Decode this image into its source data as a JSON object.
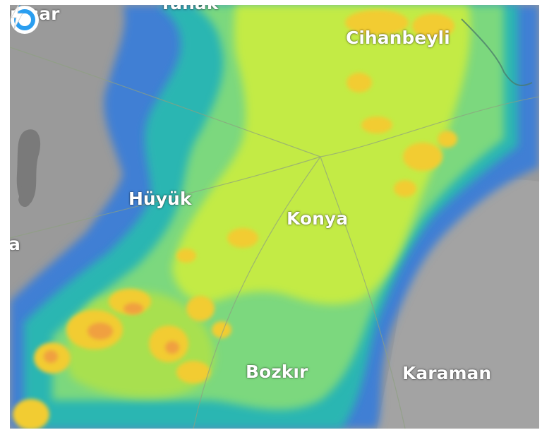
{
  "map": {
    "labels": {
      "top_left_partial": "nisar",
      "top_partial": "Tuhak",
      "cihanbeyli": "Cihanbeyli",
      "huyuk": "Hüyük",
      "konya": "Konya",
      "left_edge_partial": "a",
      "bozkir": "Bozkır",
      "karaman": "Karaman"
    },
    "icons": {
      "location": "current-location-icon",
      "heading": "heading-arrow-icon",
      "lightning": "lightning-icon"
    },
    "colors": {
      "base_map": "#9a9a9a",
      "radar_blue": "#3f7fd4",
      "radar_teal": "#2bb6b2",
      "radar_green": "#7cd87e",
      "radar_lime": "#c3eb45",
      "radar_yellow": "#f2cc30",
      "radar_orange": "#f0a040",
      "location_blue": "#2a9ef0"
    }
  }
}
